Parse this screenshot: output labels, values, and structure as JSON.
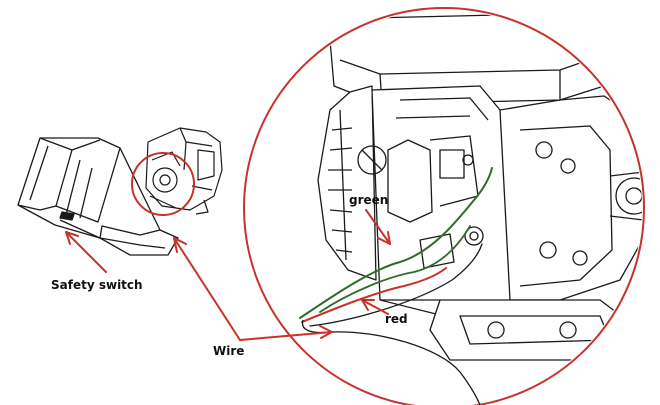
{
  "labels": {
    "safety_switch": "Safety switch",
    "wire": "Wire",
    "green": "green",
    "red": "red"
  },
  "colors": {
    "callout": "#c8322b",
    "line": "#1a1a1a",
    "green_wire": "#2e6b2a",
    "red_wire": "#c8322b"
  }
}
